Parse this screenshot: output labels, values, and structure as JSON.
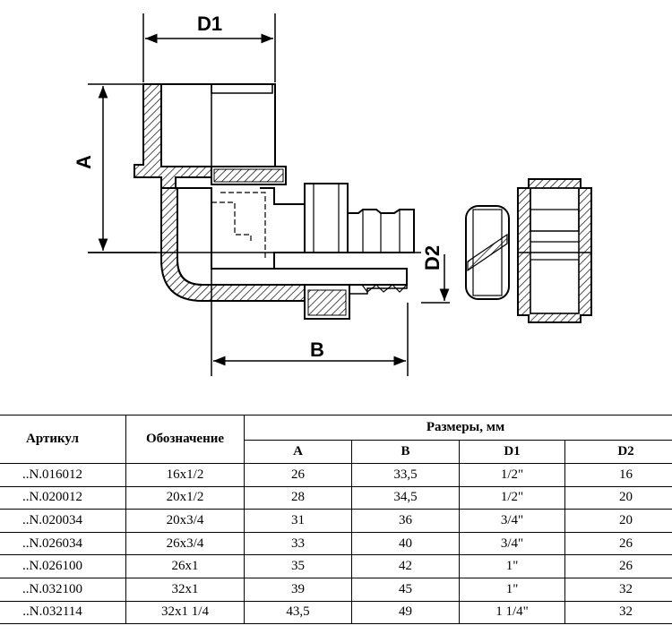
{
  "drawing": {
    "labels": {
      "d1": "D1",
      "a": "A",
      "d2": "D2",
      "b": "B"
    }
  },
  "table": {
    "headers": {
      "article": "Артикул",
      "designation": "Обозначение",
      "dimensions": "Размеры, мм",
      "a": "A",
      "b": "B",
      "d1": "D1",
      "d2": "D2"
    },
    "rows": [
      [
        "..N.016012",
        "16x1/2",
        "26",
        "33,5",
        "1/2\"",
        "16"
      ],
      [
        "..N.020012",
        "20x1/2",
        "28",
        "34,5",
        "1/2\"",
        "20"
      ],
      [
        "..N.020034",
        "20x3/4",
        "31",
        "36",
        "3/4\"",
        "20"
      ],
      [
        "..N.026034",
        "26x3/4",
        "33",
        "40",
        "3/4\"",
        "26"
      ],
      [
        "..N.026100",
        "26x1",
        "35",
        "42",
        "1\"",
        "26"
      ],
      [
        "..N.032100",
        "32x1",
        "39",
        "45",
        "1\"",
        "32"
      ],
      [
        "..N.032114",
        "32x1 1/4",
        "43,5",
        "49",
        "1 1/4\"",
        "32"
      ]
    ]
  }
}
